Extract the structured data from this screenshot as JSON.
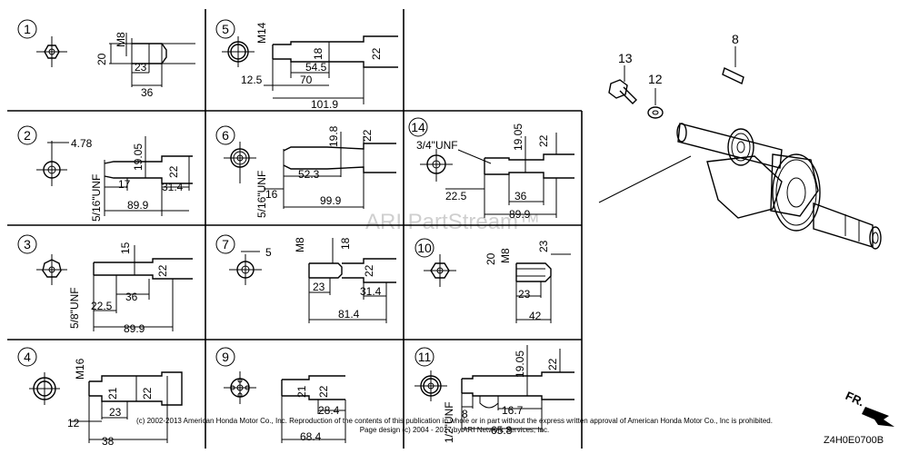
{
  "diagram_code": "Z4H0E0700B",
  "watermark": "ARI PartStream™",
  "copyright_line1": "(c) 2002-2013 American Honda Motor Co., Inc. Reproduction of the contents of this publication in whole or in part without the express written approval of American Honda Motor Co., Inc is prohibited.",
  "copyright_line2": "Page design (c) 2004 - 2017 by ARI Network Services, Inc.",
  "front_label": "FR.",
  "callouts": {
    "c8": "8",
    "c12": "12",
    "c13": "13"
  },
  "panels": [
    {
      "id": "1",
      "dims": {
        "thread": "M8",
        "d1": "20",
        "d2": "23",
        "d3": "36"
      }
    },
    {
      "id": "5",
      "dims": {
        "thread": "M14",
        "d1": "18",
        "d2": "22",
        "d3": "54.5",
        "d4": "12.5",
        "d5": "70",
        "d6": "101.9"
      }
    },
    {
      "id": "2",
      "dims": {
        "d0": "4.78",
        "d1": "19.05",
        "d2": "22",
        "d3": "5/16\"UNF",
        "d4": "17",
        "d5": "31.4",
        "d6": "89.9"
      }
    },
    {
      "id": "6",
      "dims": {
        "d1": "19.8",
        "d2": "22",
        "d3": "52.3",
        "d4": "5/16\"UNF",
        "d5": "16",
        "d6": "99.9"
      }
    },
    {
      "id": "14",
      "dims": {
        "thread": "3/4\"UNF",
        "d1": "19.05",
        "d2": "22",
        "d3": "22.5",
        "d4": "36",
        "d5": "89.9"
      }
    },
    {
      "id": "3",
      "dims": {
        "d1": "15",
        "d2": "22",
        "d3": "5/8\"UNF",
        "d4": "36",
        "d5": "22.5",
        "d6": "89.9"
      }
    },
    {
      "id": "7",
      "dims": {
        "d0": "5",
        "thread": "M8",
        "d1": "18",
        "d2": "22",
        "d3": "23",
        "d4": "31.4",
        "d5": "81.4"
      }
    },
    {
      "id": "10",
      "dims": {
        "thread": "M8",
        "d1": "20",
        "d2": "23",
        "d3": "23",
        "d4": "42"
      }
    },
    {
      "id": "4",
      "dims": {
        "thread": "M16",
        "d1": "21",
        "d2": "22",
        "d3": "12",
        "d4": "23",
        "d5": "38"
      }
    },
    {
      "id": "9",
      "dims": {
        "d1": "21",
        "d2": "22",
        "d3": "28.4",
        "d4": "68.4"
      }
    },
    {
      "id": "11",
      "dims": {
        "d1": "19.05",
        "d2": "22",
        "d3": "1/2\"UNF",
        "d4": "8",
        "d5": "16.7",
        "d6": "65.8"
      }
    }
  ]
}
